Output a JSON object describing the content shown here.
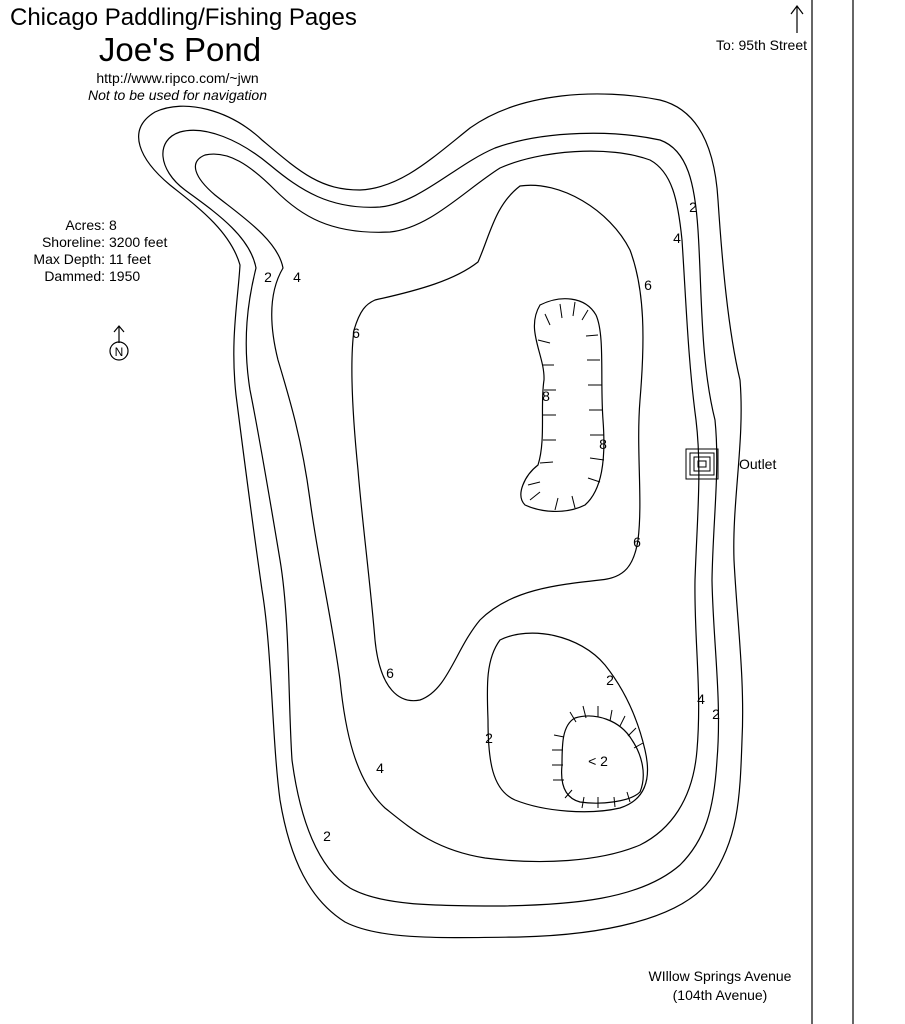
{
  "header": {
    "site": "Chicago Paddling/Fishing Pages",
    "title": "Joe's Pond",
    "url": "http://www.ripco.com/~jwn",
    "note": "Not to be used for navigation"
  },
  "stats": [
    {
      "label": "Acres:",
      "value": "8"
    },
    {
      "label": "Shoreline:",
      "value": "3200 feet"
    },
    {
      "label": "Max Depth:",
      "value": "11 feet"
    },
    {
      "label": "Dammed:",
      "value": "1950"
    }
  ],
  "north": {
    "label": "N"
  },
  "roads": {
    "north": "To: 95th Street",
    "south_line1": "WIllow Springs Avenue",
    "south_line2": "(104th Avenue)"
  },
  "outlet": {
    "label": "Outlet"
  },
  "depth_labels": [
    "2",
    "4",
    "6",
    "8",
    "< 2"
  ]
}
